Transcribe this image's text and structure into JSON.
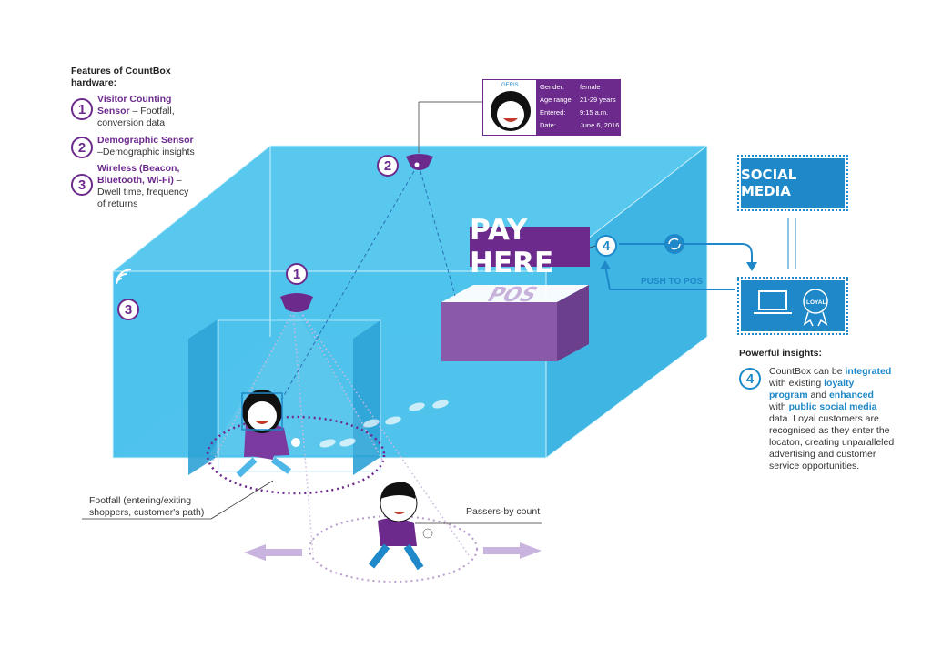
{
  "features": {
    "title_line1": "Features of CountBox",
    "title_line2": "hardware:",
    "items": [
      {
        "num": "1",
        "title": "Visitor Counting",
        "title2": "Sensor",
        "desc": " – Footfall,",
        "desc2": "conversion data"
      },
      {
        "num": "2",
        "title": "Demographic Sensor",
        "desc": "–Demographic insights"
      },
      {
        "num": "3",
        "title": "Wireless (Beacon,",
        "title2": "Bluetooth, Wi-Fi)",
        "desc": " –",
        "desc2": "Dwell time, frequency",
        "desc3": "of returns"
      }
    ]
  },
  "profile": {
    "name": "GERIS",
    "rows": [
      {
        "label": "Gender:",
        "value": "female"
      },
      {
        "label": "Age range:",
        "value": "21-29 years"
      },
      {
        "label": "Entered:",
        "value": "9:15 a.m."
      },
      {
        "label": "Date:",
        "value": "June 6, 2016"
      }
    ]
  },
  "badges": {
    "sensor2": "2",
    "sensor1": "1",
    "wireless": "3",
    "pos": "4",
    "insight": "4"
  },
  "pay_here": "PAY HERE",
  "pos_label": "POS",
  "social_media": "SOCIAL MEDIA",
  "loyal": "LOYAL",
  "push_to_pos": "PUSH TO POS",
  "insights": {
    "title": "Powerful insights:",
    "p1": "CountBox can be ",
    "b1": "integrated",
    "p2": "with existing ",
    "b2": "loyalty",
    "b3": "program",
    "p3": " and ",
    "b4": "enhanced",
    "p4": "with ",
    "b5": "public social media",
    "p5": "data. Loyal customers are",
    "p6": "recognised as they enter the",
    "p7": "locaton, creating unparalleled",
    "p8": "advertising and customer",
    "p9": "service opportunities."
  },
  "footfall_label": {
    "line1": "Footfall (entering/exiting",
    "line2": "shoppers, customer's path)"
  },
  "passers_label": "Passers-by count",
  "colors": {
    "room": "#4cc4ee",
    "purple": "#6c2a8c",
    "blue": "#1e88c8",
    "pos_box": "#8a5aa8"
  }
}
